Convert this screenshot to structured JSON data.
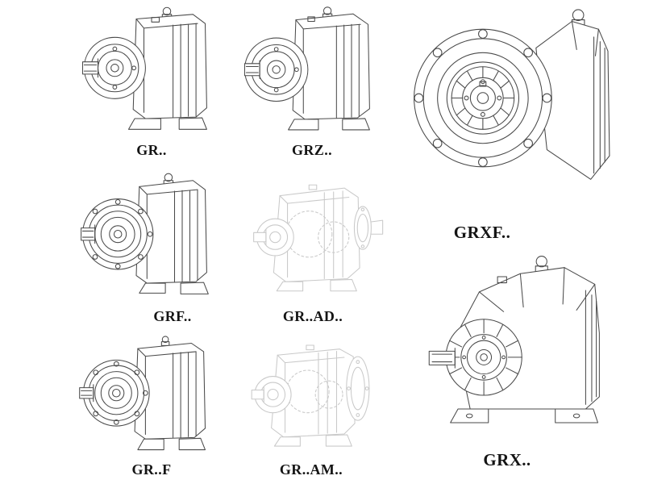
{
  "page": {
    "background": "#ffffff",
    "description": "Catalog sheet of helical gear reducer variants shown as isometric technical line drawings"
  },
  "colors": {
    "line": "#4a4a4a",
    "faded_line": "#c9c9c9",
    "label": "#141414"
  },
  "figures": [
    {
      "id": "gr",
      "label": "GR..",
      "style": "solid"
    },
    {
      "id": "grz",
      "label": "GRZ..",
      "style": "solid"
    },
    {
      "id": "grxf",
      "label": "GRXF..",
      "style": "solid"
    },
    {
      "id": "grf",
      "label": "GRF..",
      "style": "solid"
    },
    {
      "id": "gr-ad",
      "label": "GR..AD..",
      "style": "faded"
    },
    {
      "id": "gr-f",
      "label": "GR..F",
      "style": "solid"
    },
    {
      "id": "gr-am",
      "label": "GR..AM..",
      "style": "faded"
    },
    {
      "id": "grx",
      "label": "GRX..",
      "style": "solid"
    }
  ]
}
